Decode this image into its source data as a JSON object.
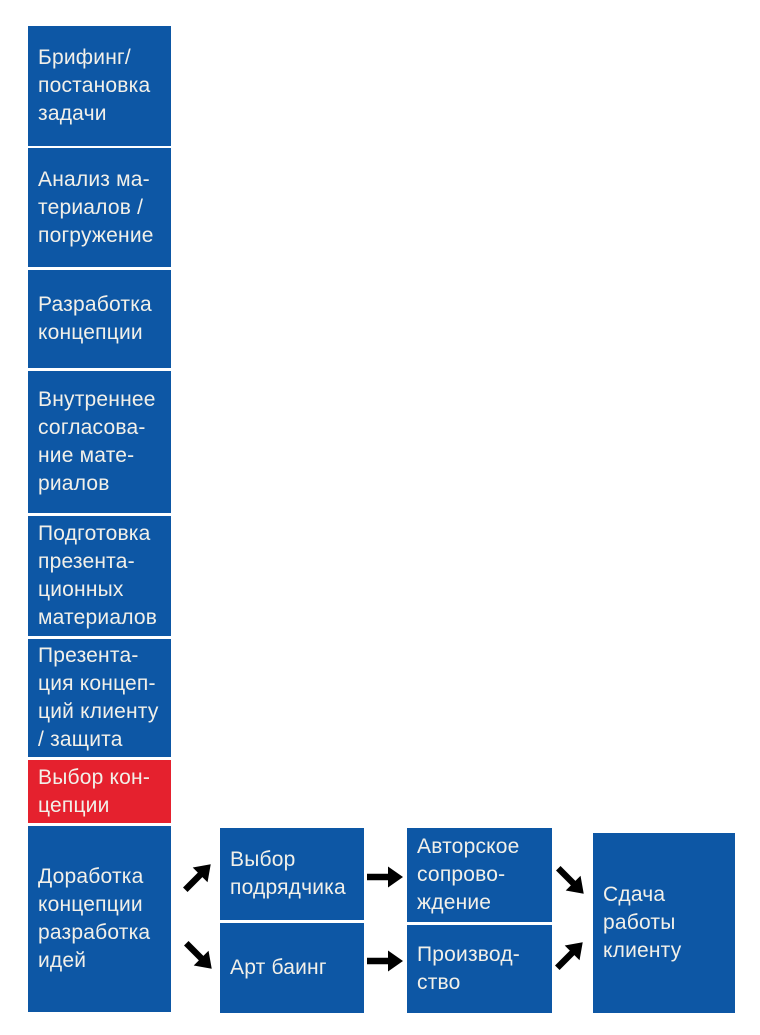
{
  "colors": {
    "box_blue": "#0D57A5",
    "box_red": "#E5212E",
    "text_color": "#F2F0E9",
    "arrow_color": "#000000",
    "bg": "#FFFFFF"
  },
  "stages": [
    {
      "id": "briefing",
      "label": "Брифинг/\nпостановка\nзадачи",
      "highlighted": false
    },
    {
      "id": "analysis",
      "label": "Анализ ма-\nтериалов /\nпогружение",
      "highlighted": false
    },
    {
      "id": "concept-development",
      "label": "Разработка\nконцепции",
      "highlighted": false
    },
    {
      "id": "internal-approval",
      "label": "Внутреннее\nсогласова-\nние мате-\nриалов",
      "highlighted": false
    },
    {
      "id": "presentation-materials",
      "label": "Подготовка\nпрезента-\nционных\nматериалов",
      "highlighted": false
    },
    {
      "id": "client-presentation",
      "label": "Презента-\nция концеп-\nций клиенту\n/ защита",
      "highlighted": false
    },
    {
      "id": "concept-selection",
      "label": "Выбор кон-\nцепции",
      "highlighted": true
    },
    {
      "id": "concept-refinement",
      "label": "Доработка\nконцепции\nразработка\nидей",
      "highlighted": false
    },
    {
      "id": "contractor-selection",
      "label": "Выбор\nподрядчика",
      "highlighted": false
    },
    {
      "id": "art-buying",
      "label": "Арт баинг",
      "highlighted": false
    },
    {
      "id": "author-supervision",
      "label": "Авторское\nсопрово-\nждение",
      "highlighted": false
    },
    {
      "id": "production",
      "label": "Производ-\nство",
      "highlighted": false
    },
    {
      "id": "delivery",
      "label": "Сдача\nработы\nклиенту",
      "highlighted": false
    }
  ],
  "arrows": [
    {
      "from": "concept-refinement",
      "to": "contractor-selection",
      "direction": "up-right"
    },
    {
      "from": "concept-refinement",
      "to": "art-buying",
      "direction": "down-right"
    },
    {
      "from": "contractor-selection",
      "to": "author-supervision",
      "direction": "right"
    },
    {
      "from": "art-buying",
      "to": "production",
      "direction": "right"
    },
    {
      "from": "author-supervision",
      "to": "delivery",
      "direction": "down-right"
    },
    {
      "from": "production",
      "to": "delivery",
      "direction": "up-right"
    }
  ]
}
